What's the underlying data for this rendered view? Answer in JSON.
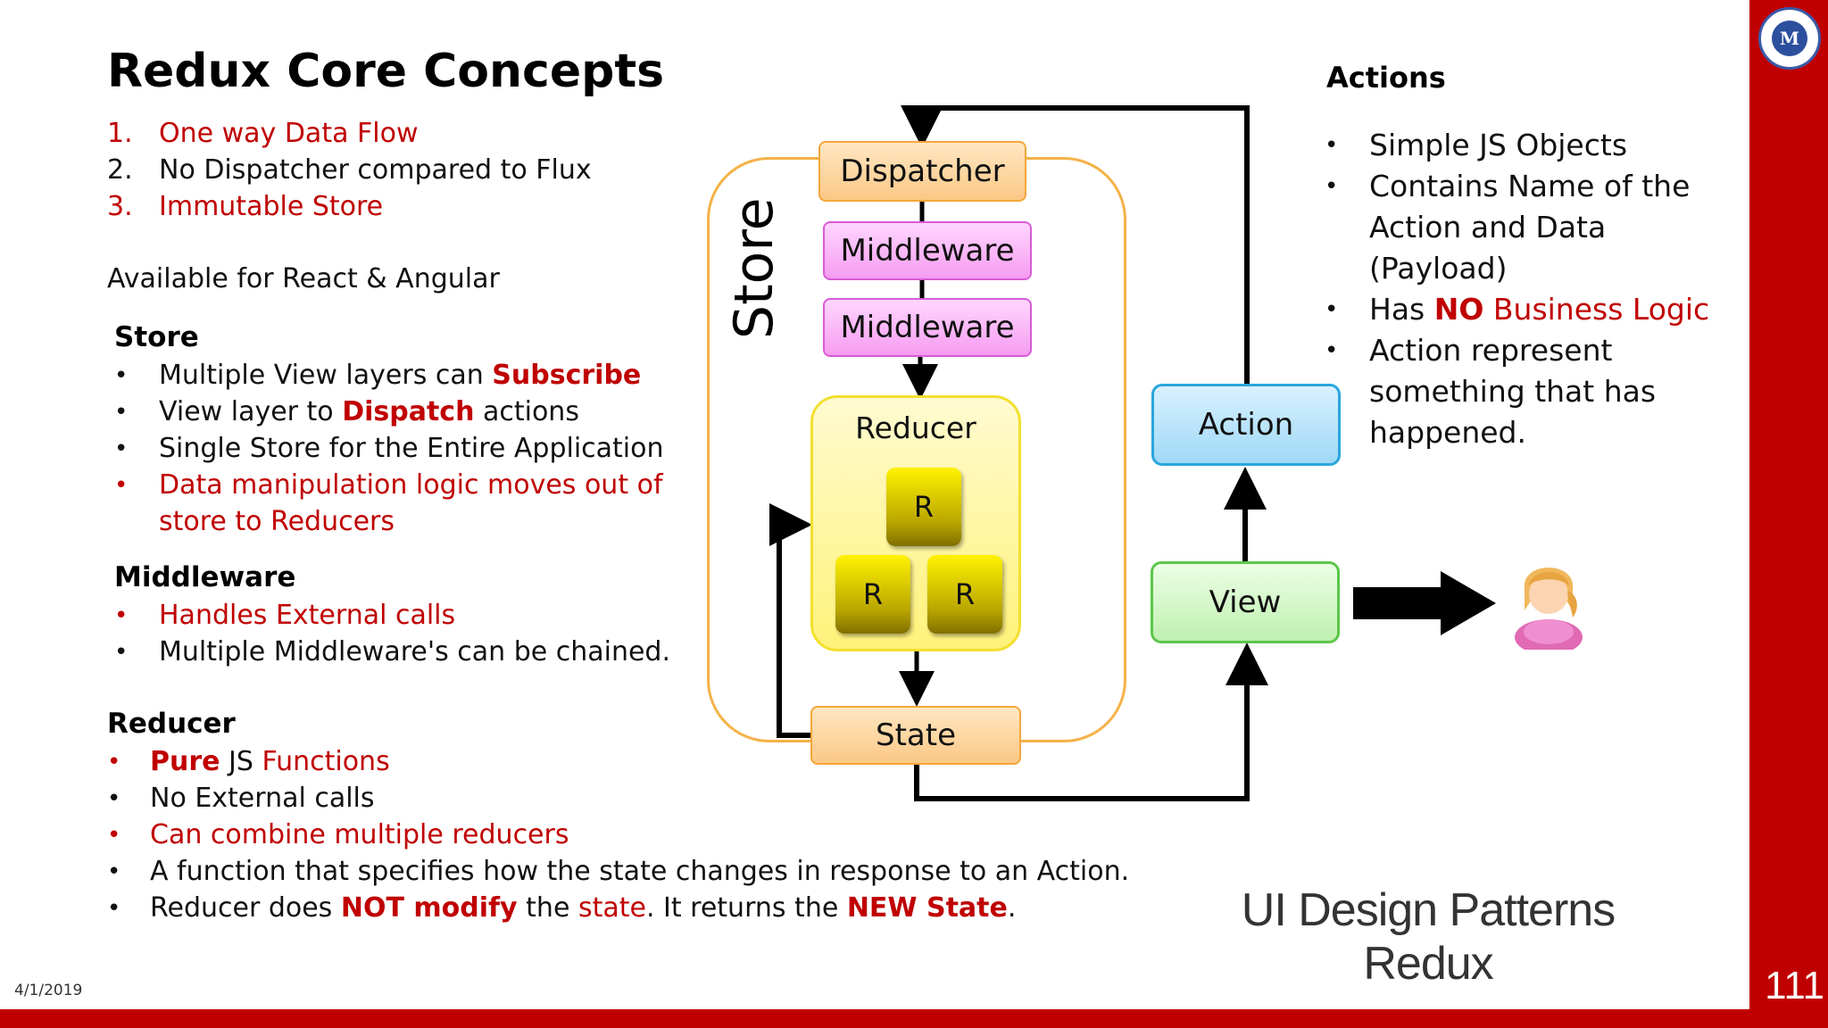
{
  "title": "Redux Core Concepts",
  "principles": [
    {
      "num": "1.",
      "text": "One way Data Flow",
      "color": "#c00000"
    },
    {
      "num": "2.",
      "text": "No Dispatcher compared to Flux",
      "color": "#111111"
    },
    {
      "num": "3.",
      "text": "Immutable Store",
      "color": "#c00000"
    }
  ],
  "availability": "Available for React & Angular",
  "store_section": {
    "heading": "Store",
    "item1": {
      "a": "Multiple View layers can ",
      "b": "Subscribe"
    },
    "item2": {
      "a": "View layer to ",
      "b": "Dispatch",
      "c": " actions"
    },
    "item3": "Single Store for the Entire Application",
    "item4_line1": "Data manipulation logic moves out of",
    "item4_line2": "store to Reducers"
  },
  "middleware_section": {
    "heading": "Middleware",
    "item1": "Handles External calls",
    "item2": "Multiple Middleware's can be chained."
  },
  "reducer_section": {
    "heading": "Reducer",
    "item1": {
      "a": "Pure",
      "b": " JS ",
      "c": "Functions"
    },
    "item2": "No External calls",
    "item3": "Can combine multiple reducers",
    "item4": "A function that specifies how the state changes in response to an Action.",
    "item5": {
      "a": "Reducer does ",
      "b": "NOT modify",
      "c": " the ",
      "d": "state",
      "e": ". It returns the ",
      "f": "NEW State",
      "g": "."
    }
  },
  "actions_section": {
    "heading": "Actions",
    "item1": "Simple JS Objects",
    "item2_lines": [
      "Contains Name of the",
      "Action and Data",
      "(Payload)"
    ],
    "item3": {
      "a": "Has ",
      "b": "NO",
      "c": " Business Logic"
    },
    "item4_lines": [
      "Action represent",
      "something that has",
      "happened."
    ]
  },
  "diagram": {
    "store_label": "Store",
    "dispatcher": "Dispatcher",
    "middleware1": "Middleware",
    "middleware2": "Middleware",
    "reducer": "Reducer",
    "r_top": "R",
    "r_left": "R",
    "r_right": "R",
    "state": "State",
    "action": "Action",
    "view": "View"
  },
  "footer": {
    "line1": "UI Design Patterns",
    "line2": "Redux",
    "date": "4/1/2019",
    "page_number": "111"
  },
  "colors": {
    "accent": "#c00000"
  }
}
